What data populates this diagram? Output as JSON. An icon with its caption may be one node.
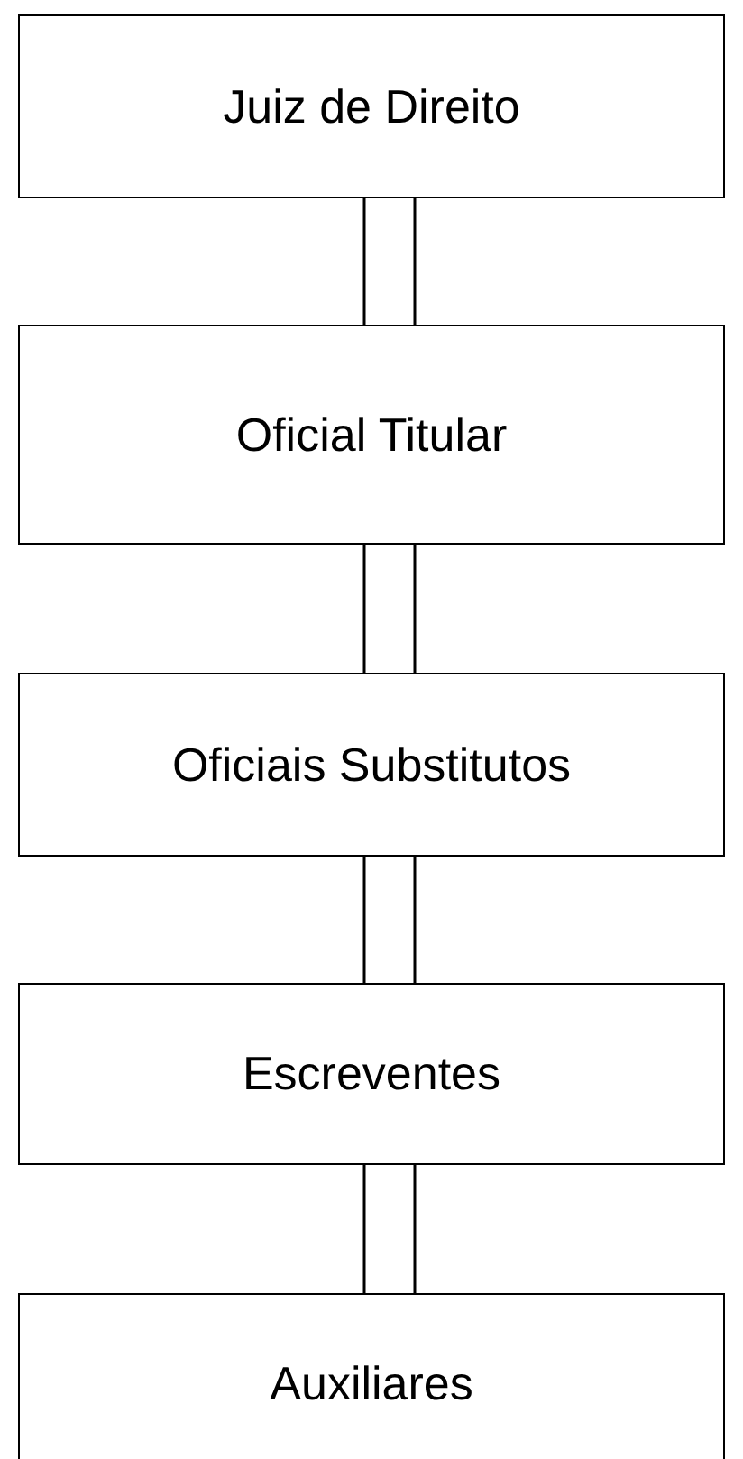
{
  "diagram": {
    "nodes": [
      {
        "text": [
          "Juiz de Direito"
        ]
      },
      {
        "text": [
          "Oficial Titular"
        ]
      },
      {
        "text": [
          "Oficiais Substitutos"
        ]
      },
      {
        "text": [
          "Escreventes"
        ]
      },
      {
        "text": [
          "Auxiliares"
        ]
      }
    ],
    "edges": [
      {
        "from": 0,
        "to": 1,
        "arrow": "none"
      },
      {
        "from": 1,
        "to": 2,
        "arrow": "none"
      },
      {
        "from": 2,
        "to": 3,
        "arrow": "none"
      },
      {
        "from": 3,
        "to": 4,
        "arrow": "none"
      }
    ]
  }
}
